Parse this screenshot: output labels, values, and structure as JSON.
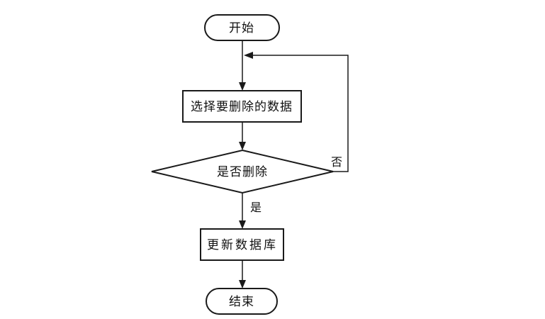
{
  "diagram": {
    "type": "flowchart",
    "colors": {
      "background": "#ffffff",
      "stroke": "#1a1a1a",
      "text": "#111111"
    },
    "nodes": {
      "start": {
        "label": "开始",
        "shape": "terminator"
      },
      "select_data": {
        "label": "选择要删除的数据",
        "shape": "process"
      },
      "confirm_delete": {
        "label": "是否删除",
        "shape": "decision"
      },
      "update_db": {
        "label": "更新数据库",
        "shape": "process"
      },
      "end": {
        "label": "结束",
        "shape": "terminator"
      }
    },
    "edges": [
      {
        "from": "start",
        "to": "select_data",
        "label": ""
      },
      {
        "from": "select_data",
        "to": "confirm_delete",
        "label": ""
      },
      {
        "from": "confirm_delete",
        "to": "update_db",
        "label": "是"
      },
      {
        "from": "confirm_delete",
        "to": "select_data",
        "label": "否"
      },
      {
        "from": "update_db",
        "to": "end",
        "label": ""
      }
    ]
  }
}
